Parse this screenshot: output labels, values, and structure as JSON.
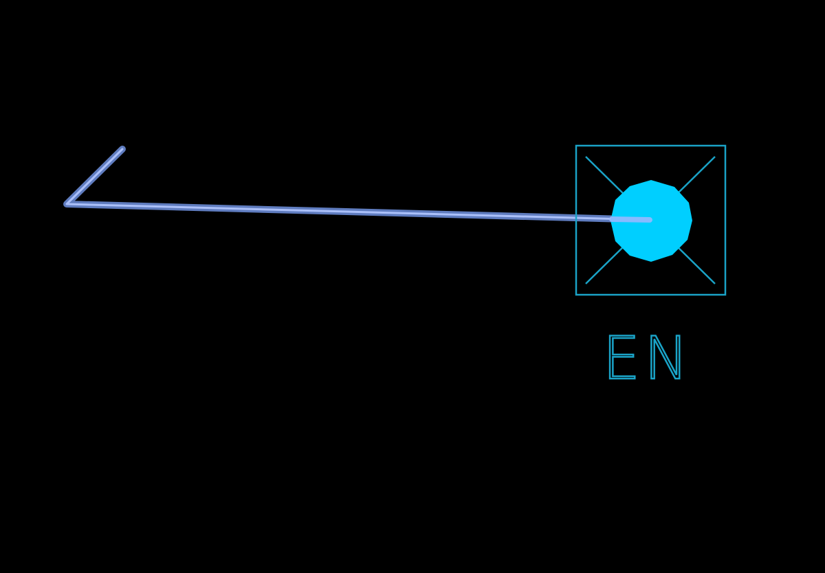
{
  "colors": {
    "background": "#000000",
    "pad_outline": "#1aa3c7",
    "pad_fill": "#00cfff",
    "trace": "#7fa6ff",
    "trace_highlight": "#b4c8ff",
    "label": "#1aa3c7"
  },
  "pad": {
    "label": "EN",
    "shape": "square-with-x-and-round-via"
  },
  "trace": {
    "style": "routed-track"
  }
}
